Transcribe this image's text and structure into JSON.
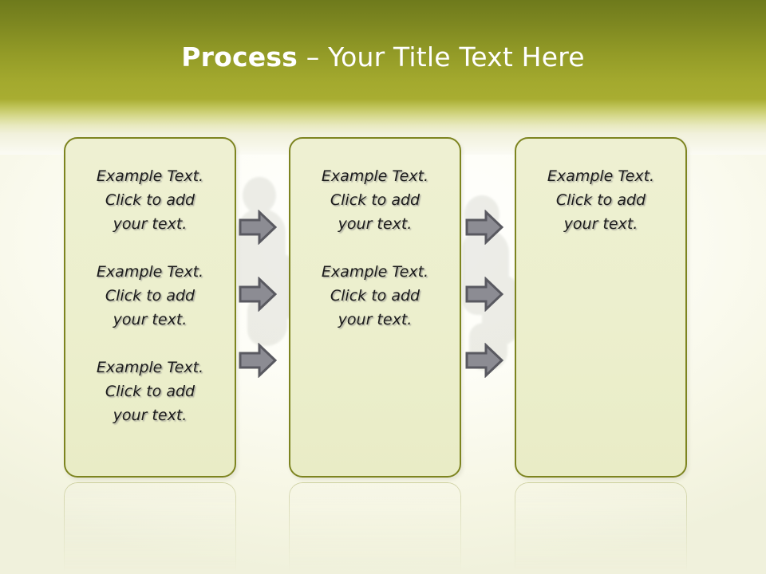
{
  "slide": {
    "title_bold": "Process",
    "title_rest": " – Your Title Text Here",
    "title_full": "Process – Your Title Text Here"
  },
  "theme": {
    "header_dark": "#6E7A1C",
    "header_light": "#A8AD31",
    "box_border": "#7D8420",
    "box_fill": "#ECEFCD",
    "arrow_fill": "#8C8C93",
    "arrow_stroke": "#595960",
    "title_color": "#FFFFFF",
    "text_color": "#1B1B1B",
    "page_background": "#FBFBF4"
  },
  "boxes": [
    {
      "name": "process-step-1",
      "paragraphs": [
        "Example Text.\nClick  to add\nyour text.",
        "Example Text.\nClick  to add\nyour text.",
        "Example Text.\nClick  to add\nyour text."
      ]
    },
    {
      "name": "process-step-2",
      "paragraphs": [
        "Example Text.\nClick  to add\nyour text.",
        "Example Text.\nClick  to add\nyour text."
      ]
    },
    {
      "name": "process-step-3",
      "paragraphs": [
        "Example Text.\nClick  to add\nyour text."
      ]
    }
  ],
  "connectors": [
    {
      "name": "arrow-group-1-to-2",
      "icons": [
        "arrow-right-icon",
        "arrow-right-icon",
        "arrow-right-icon"
      ]
    },
    {
      "name": "arrow-group-2-to-3",
      "icons": [
        "arrow-right-icon",
        "arrow-right-icon",
        "arrow-right-icon"
      ]
    }
  ]
}
